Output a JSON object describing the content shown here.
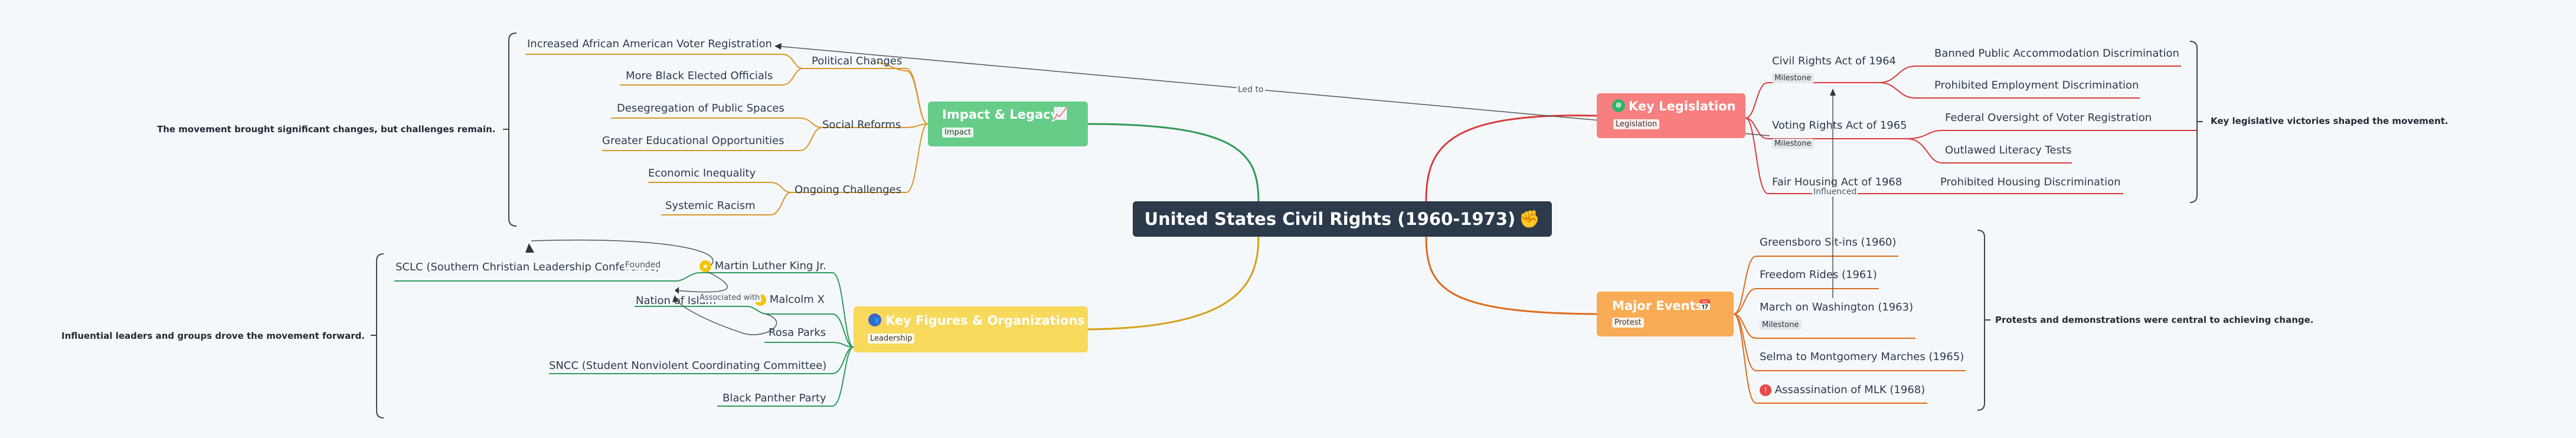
{
  "central": {
    "title": "United States Civil Rights (1960-1973)",
    "icon": "fist-icon",
    "icon_glyph": "✊"
  },
  "branches": {
    "legislation": {
      "title": "Key Legislation",
      "tag": "Legislation",
      "color": "#f87f7f",
      "icon": "seal-icon",
      "items": [
        {
          "label": "Civil Rights Act of 1964",
          "badge": "Milestone",
          "leaves": [
            "Banned Public Accommodation Discrimination",
            "Prohibited Employment Discrimination"
          ]
        },
        {
          "label": "Voting Rights Act of 1965",
          "badge": "Milestone",
          "leaves": [
            "Federal Oversight of Voter Registration",
            "Outlawed Literacy Tests"
          ]
        },
        {
          "label": "Fair Housing Act of 1968",
          "leaves": [
            "Prohibited Housing Discrimination"
          ]
        }
      ],
      "summary": "Key legislative victories shaped the movement."
    },
    "events": {
      "title": "Major Events",
      "tag": "Protest",
      "color": "#f9ab55",
      "icon": "calendar-icon",
      "items": [
        {
          "label": "Greensboro Sit-ins (1960)"
        },
        {
          "label": "Freedom Rides (1961)"
        },
        {
          "label": "March on Washington (1963)",
          "badge": "Milestone"
        },
        {
          "label": "Selma to Montgomery Marches (1965)"
        },
        {
          "label": "Assassination of MLK (1968)"
        }
      ],
      "summary": "Protests and demonstrations were central to achieving change."
    },
    "impact": {
      "title": "Impact & Legacy",
      "tag": "Impact",
      "color": "#66cc88",
      "icon": "chart-up-icon",
      "groups": [
        {
          "label": "Political Changes",
          "leaves": [
            "Increased African American Voter Registration",
            "More Black Elected Officials"
          ]
        },
        {
          "label": "Social Reforms",
          "leaves": [
            "Desegregation of Public Spaces",
            "Greater Educational Opportunities"
          ]
        },
        {
          "label": "Ongoing Challenges",
          "leaves": [
            "Economic Inequality",
            "Systemic Racism"
          ]
        }
      ],
      "summary": "The movement brought significant changes, but challenges remain."
    },
    "figures": {
      "title": "Key Figures & Organizations",
      "tag": "Leadership",
      "color": "#f7d95c",
      "icon": "people-icon",
      "items": [
        {
          "label": "Martin Luther King Jr."
        },
        {
          "label": "Malcolm X"
        },
        {
          "label": "Rosa Parks"
        },
        {
          "label": "SCLC (Southern Christian Leadership Conference)"
        },
        {
          "label": "Nation of Islam"
        },
        {
          "label": "SNCC (Student Nonviolent Coordinating Committee)"
        },
        {
          "label": "Black Panther Party"
        }
      ],
      "summary": "Influential leaders and groups drove the movement forward."
    }
  },
  "relations": {
    "led_to": "Led to",
    "influenced": "Influenced",
    "founded": "Founded",
    "associated_with": "Associated with"
  }
}
